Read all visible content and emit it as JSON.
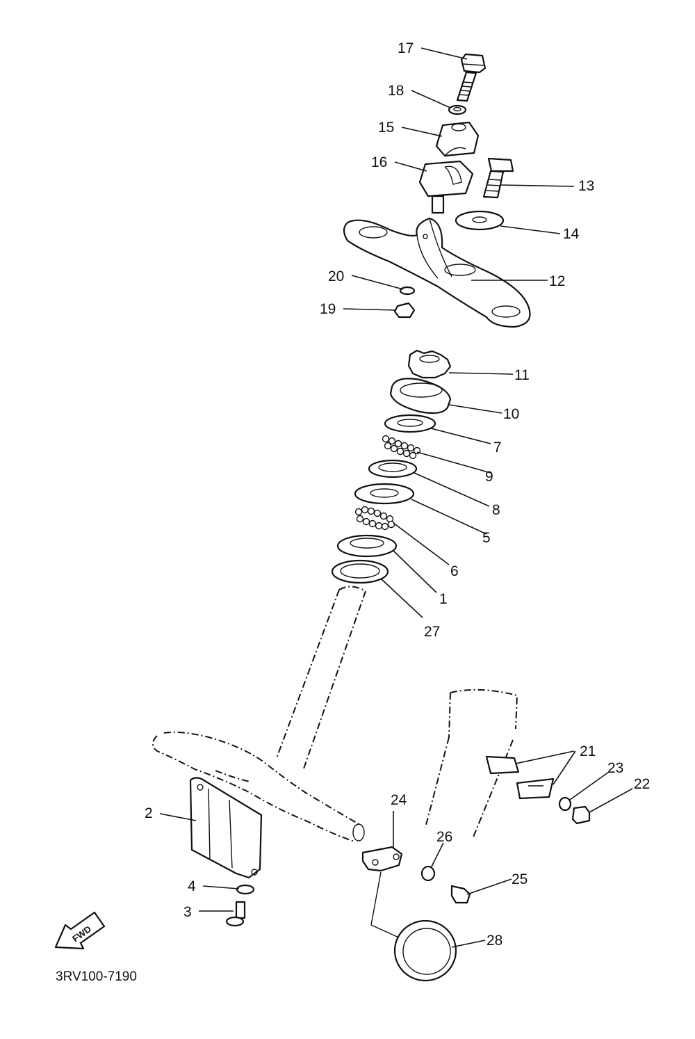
{
  "diagram": {
    "parts": [
      "17",
      "18",
      "15",
      "16",
      "13",
      "14",
      "12",
      "20",
      "19",
      "11",
      "10",
      "7",
      "9",
      "8",
      "5",
      "6",
      "1",
      "27",
      "21",
      "23",
      "22",
      "2",
      "24",
      "26",
      "25",
      "4",
      "3",
      "28"
    ],
    "forward_badge": "FWD",
    "drawing_code": "3RV100-7190"
  }
}
